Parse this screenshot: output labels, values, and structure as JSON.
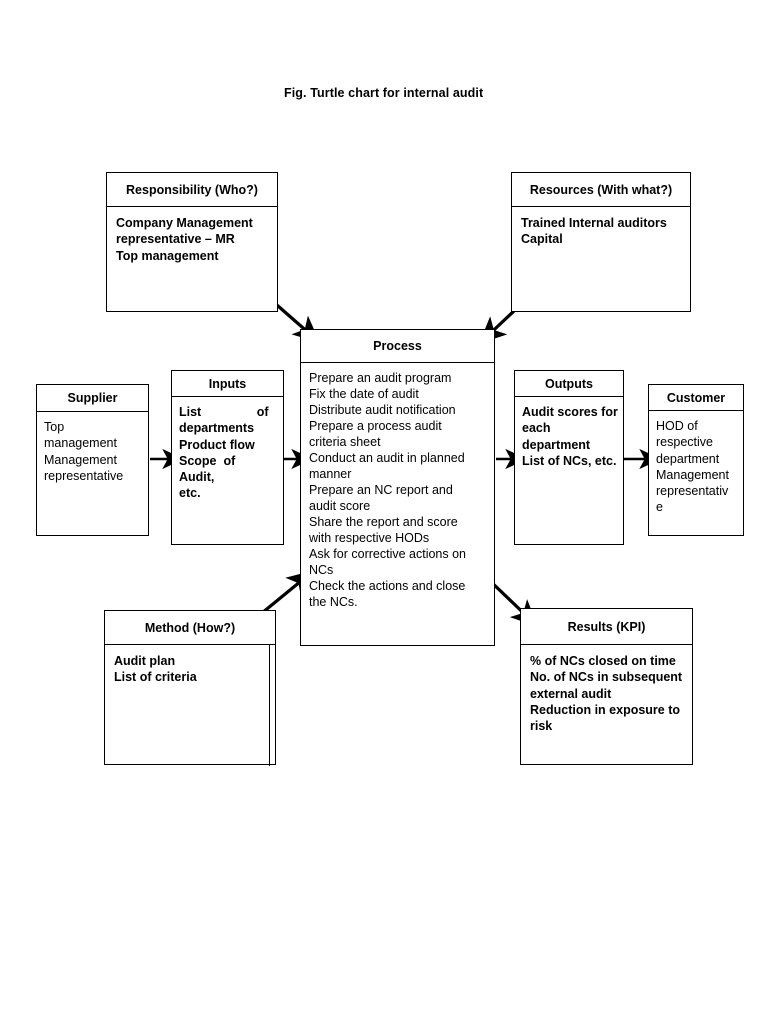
{
  "figure": {
    "title": "Fig. Turtle chart for internal audit"
  },
  "boxes": {
    "responsibility": {
      "header": "Responsibility (Who?)",
      "lines": [
        "Company Management",
        "representative – MR",
        "Top management"
      ]
    },
    "resources": {
      "header": "Resources (With what?)",
      "lines": [
        "Trained Internal auditors",
        "Capital"
      ]
    },
    "supplier": {
      "header": "Supplier",
      "lines": [
        "Top",
        "management",
        "Management",
        "representative"
      ]
    },
    "inputs": {
      "header": "Inputs",
      "lines": [
        "List                of",
        "departments",
        "Product flow",
        "Scope  of  Audit,",
        "etc."
      ]
    },
    "process": {
      "header": "Process",
      "lines": [
        "Prepare an audit program",
        "Fix the date of audit",
        "Distribute audit notification",
        "Prepare a process audit",
        "criteria sheet",
        "Conduct an audit in planned",
        "manner",
        "Prepare an NC report and",
        "audit score",
        "Share the report and score",
        "with respective HODs",
        "Ask for corrective actions on",
        "NCs",
        "Check the actions and close",
        "the NCs."
      ]
    },
    "outputs": {
      "header": "Outputs",
      "lines": [
        "Audit scores for",
        "each",
        "department",
        "List of NCs, etc."
      ]
    },
    "customer": {
      "header": "Customer",
      "lines": [
        "HOD of",
        "respective",
        "department",
        "Management",
        "representativ",
        "e"
      ]
    },
    "method": {
      "header": "Method (How?)",
      "lines": [
        "Audit plan",
        "List of criteria"
      ]
    },
    "results": {
      "header": "Results (KPI)",
      "lines": [
        "% of NCs closed on time",
        "No. of NCs in subsequent",
        "external audit",
        "Reduction in exposure to",
        "risk"
      ]
    }
  },
  "connections": [
    {
      "name": "supplier-to-inputs",
      "from": "supplier",
      "to": "inputs",
      "direction": "right"
    },
    {
      "name": "inputs-to-process",
      "from": "inputs",
      "to": "process",
      "direction": "right"
    },
    {
      "name": "process-to-outputs",
      "from": "process",
      "to": "outputs",
      "direction": "right"
    },
    {
      "name": "outputs-to-customer",
      "from": "outputs",
      "to": "customer",
      "direction": "right"
    },
    {
      "name": "responsibility-to-process",
      "from": "responsibility",
      "to": "process",
      "direction": "down-right"
    },
    {
      "name": "resources-to-process",
      "from": "resources",
      "to": "process",
      "direction": "down-left"
    },
    {
      "name": "method-to-process",
      "from": "method",
      "to": "process",
      "direction": "up-right"
    },
    {
      "name": "process-to-results",
      "from": "process",
      "to": "results",
      "direction": "down-right"
    }
  ],
  "colors": {
    "stroke": "#000000",
    "background": "#ffffff"
  }
}
